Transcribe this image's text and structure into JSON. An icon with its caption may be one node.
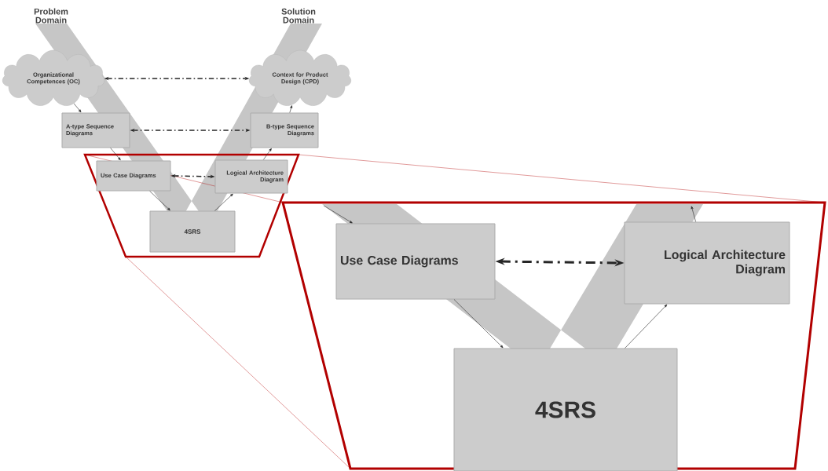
{
  "diagram": {
    "nodes": [
      {
        "text": [
          "Organizational Competences (OC)"
        ]
      },
      {
        "text": [
          "Context for Product Design (CPD)"
        ]
      },
      {
        "text": [
          "A-type Sequence Diagrams"
        ]
      },
      {
        "text": [
          "B-type Sequence Diagrams"
        ]
      },
      {
        "text": [
          "Use Case Diagrams"
        ]
      },
      {
        "text": [
          "Logical Architecture Diagram"
        ]
      },
      {
        "text": [
          "4SRS"
        ]
      },
      {
        "text": [
          "Use Case Diagrams"
        ]
      },
      {
        "text": [
          "Logical Architecture Diagram"
        ]
      },
      {
        "text": [
          "4SRS"
        ]
      }
    ],
    "edges": [
      {
        "from": 0,
        "to": 1,
        "arrow": "both",
        "style": "dashed"
      },
      {
        "from": 2,
        "to": 3,
        "arrow": "both",
        "style": "dashed"
      },
      {
        "from": 4,
        "to": 5,
        "arrow": "both",
        "style": "dashed"
      },
      {
        "from": 7,
        "to": 8,
        "arrow": "both",
        "style": "dashed"
      },
      {
        "from": 0,
        "to": 2,
        "arrow": "to"
      },
      {
        "from": 2,
        "to": 4,
        "arrow": "to"
      },
      {
        "from": 4,
        "to": 6,
        "arrow": "to"
      },
      {
        "from": 6,
        "to": 5,
        "arrow": "to"
      },
      {
        "from": 5,
        "to": 3,
        "arrow": "to"
      },
      {
        "from": 3,
        "to": 1,
        "arrow": "to"
      },
      {
        "from": null,
        "to": 7,
        "arrow": "to"
      },
      {
        "from": 7,
        "to": 9,
        "arrow": "to"
      },
      {
        "from": 9,
        "to": 8,
        "arrow": "to"
      },
      {
        "from": 8,
        "to": null,
        "arrow": "to"
      }
    ],
    "labels": [
      "Problem Domain",
      "Solution Domain"
    ]
  }
}
